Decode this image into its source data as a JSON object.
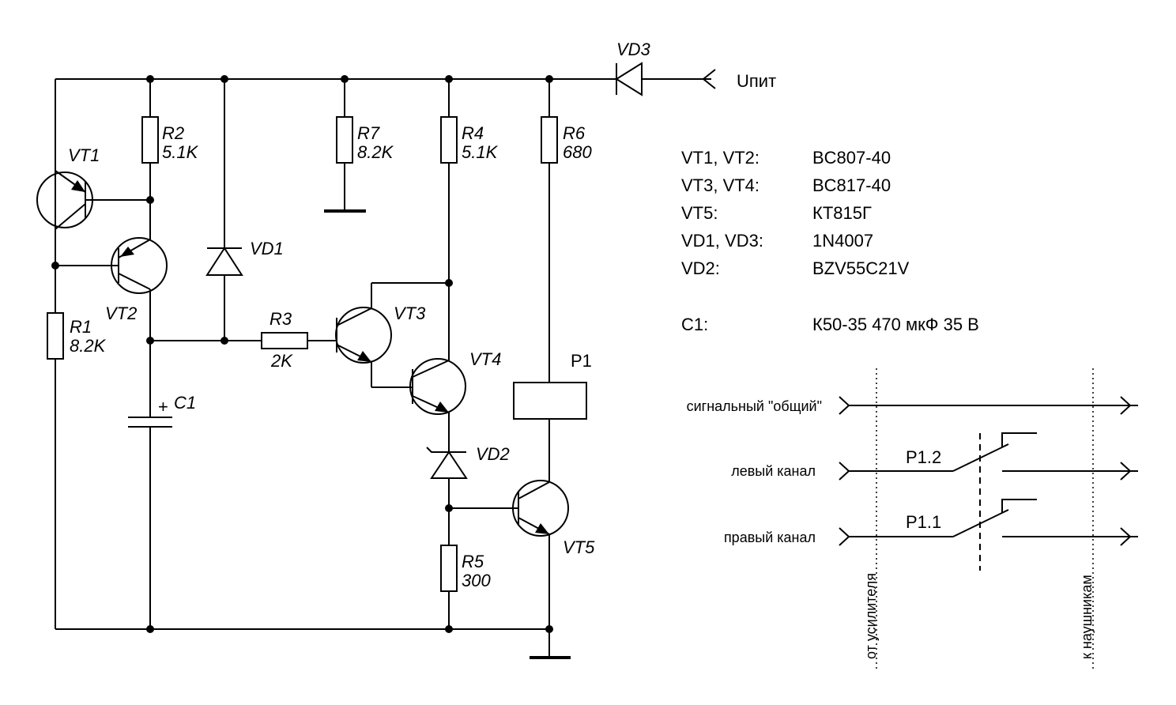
{
  "supply": {
    "label": "Uпит"
  },
  "components": {
    "vd3": "VD3",
    "r2": {
      "name": "R2",
      "value": "5.1K"
    },
    "r7": {
      "name": "R7",
      "value": "8.2K"
    },
    "r4": {
      "name": "R4",
      "value": "5.1K"
    },
    "r6": {
      "name": "R6",
      "value": "680"
    },
    "vt1": "VT1",
    "vt2": "VT2",
    "vd1": "VD1",
    "r1": {
      "name": "R1",
      "value": "8.2K"
    },
    "r3": {
      "name": "R3",
      "value": "2K"
    },
    "vt3": "VT3",
    "vt4": "VT4",
    "c1": "C1",
    "vd2": "VD2",
    "vt5": "VT5",
    "r5": {
      "name": "R5",
      "value": "300"
    },
    "p1": "P1",
    "p12": "P1.2",
    "p11": "P1.1"
  },
  "parts_list": [
    {
      "ref": "VT1, VT2:",
      "part": "BC807-40"
    },
    {
      "ref": "VT3, VT4:",
      "part": "BC817-40"
    },
    {
      "ref": "VT5:",
      "part": "КТ815Г"
    },
    {
      "ref": "VD1, VD3:",
      "part": "1N4007"
    },
    {
      "ref": "VD2:",
      "part": "BZV55C21V"
    },
    {
      "ref": "C1:",
      "part": "К50-35 470 мкФ 35 В"
    }
  ],
  "channels": {
    "common": "сигнальный \"общий\"",
    "left": "левый канал",
    "right": "правый канал",
    "from_amp": "от усилителя",
    "to_headphones": "к наушникам"
  }
}
